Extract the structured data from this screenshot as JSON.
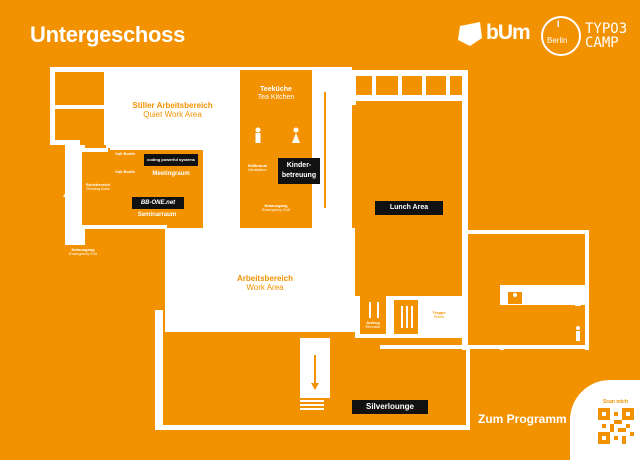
{
  "header": {
    "title": "Untergeschoss",
    "logo_bum": "bUm",
    "logo_typo3_i": "I",
    "logo_typo3_berlin": "Berlin",
    "logo_typo3_line1": "TYPO3",
    "logo_typo3_line2": "CAMP"
  },
  "rooms": {
    "quiet_work": {
      "de": "Stiller Arbeitsbereich",
      "en": "Quiet Work Area"
    },
    "tea_kitchen": {
      "de": "Teeküche",
      "en": "Tea Kitchen"
    },
    "call_booth_1": {
      "de": "Call Booth"
    },
    "call_booth_2": {
      "de": "Call Booth"
    },
    "meeting": {
      "de": "Meetingraum",
      "sponsor": "coding powerful systems"
    },
    "rest": {
      "de": "Ruhebereich",
      "en": "Resting Area"
    },
    "seminar": {
      "de": "Seminarraum",
      "sponsor": "BB-ONE.net"
    },
    "meditation": {
      "de": "Stillbraum",
      "en": "Meditation"
    },
    "childcare": {
      "de_line1": "Kinder-",
      "de_line2": "betreuung"
    },
    "emergency_right": {
      "de": "Notausgang",
      "en": "Emergency Exit"
    },
    "emergency_left": {
      "de": "Notausgang",
      "en": "Emergency Exit"
    },
    "lunch": {
      "de": "Lunch Area"
    },
    "work": {
      "de": "Arbeitsbereich",
      "en": "Work Area"
    },
    "elevator": {
      "de": "Aufzug",
      "en": "Elevator"
    },
    "stairs": {
      "de": "Treppe",
      "en": "Stairs"
    },
    "silverlounge": {
      "de": "Silverlounge"
    }
  },
  "footer": {
    "program_label": "Zum Programm",
    "scan_label": "Scan mich"
  },
  "colors": {
    "background": "#f39200",
    "floor": "#ffffff",
    "label_dark": "#111111"
  },
  "icons": [
    "restroom-female-icon",
    "restroom-male-icon",
    "wheelchair-icon",
    "arrow-up-down-icon",
    "qr-code-icon"
  ]
}
